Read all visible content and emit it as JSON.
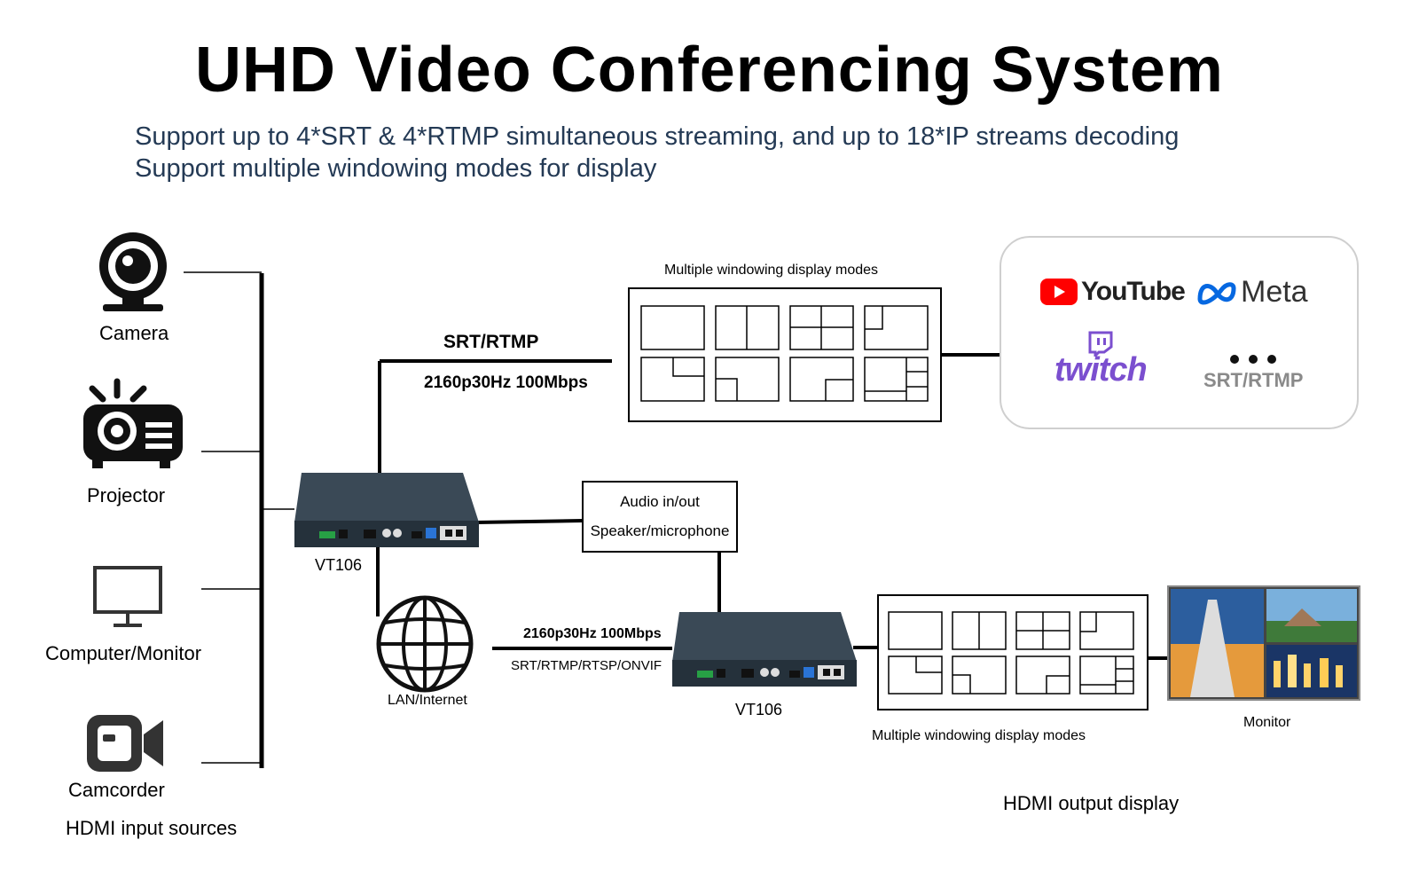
{
  "title": "UHD Video Conferencing System",
  "subtitle_lines": [
    "Support up to 4*SRT & 4*RTMP simultaneous streaming, and up to 18*IP streams decoding",
    "Support multiple windowing modes for display"
  ],
  "sources": {
    "items": [
      {
        "label": "Camera",
        "icon": "webcam-icon"
      },
      {
        "label": "Projector",
        "icon": "projector-icon"
      },
      {
        "label": "Computer/Monitor",
        "icon": "monitor-icon"
      },
      {
        "label": "Camcorder",
        "icon": "camcorder-icon"
      }
    ],
    "group_label": "HDMI input sources"
  },
  "encoder": {
    "label": "VT106"
  },
  "decoder": {
    "label": "VT106"
  },
  "upstream_link": {
    "protocol": "SRT/RTMP",
    "spec": "2160p30Hz 100Mbps"
  },
  "network_link": {
    "spec": "2160p30Hz 100Mbps",
    "protocols": "SRT/RTMP/RTSP/ONVIF"
  },
  "network": {
    "label": "LAN/Internet",
    "icon": "globe-icon"
  },
  "audio_box": {
    "line1": "Audio in/out",
    "line2": "Speaker/microphone"
  },
  "display_modes_top": {
    "label": "Multiple windowing display modes"
  },
  "display_modes_bottom": {
    "label": "Multiple windowing display modes"
  },
  "platforms": {
    "youtube": "YouTube",
    "meta": "Meta",
    "twitch": "twitch",
    "other": "SRT/RTMP"
  },
  "monitor": {
    "label": "Monitor"
  },
  "output_group_label": "HDMI output display",
  "colors": {
    "youtube_red": "#ff0000",
    "meta_blue": "#0668e1",
    "twitch_purple": "#7b4fcf",
    "device_body": "#2b3a47"
  }
}
